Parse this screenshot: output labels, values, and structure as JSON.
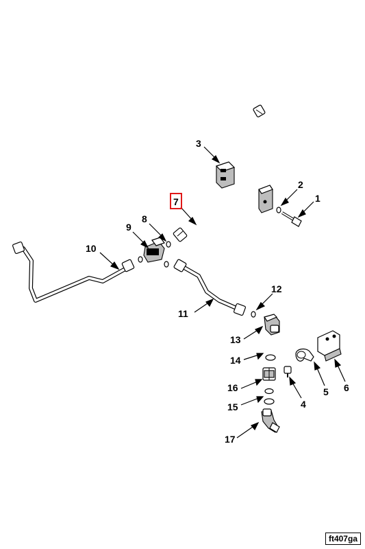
{
  "callouts": {
    "c1": "1",
    "c2": "2",
    "c3": "3",
    "c4": "4",
    "c5": "5",
    "c6": "6",
    "c7": "7",
    "c8": "8",
    "c9": "9",
    "c10": "10",
    "c11": "11",
    "c12": "12",
    "c13": "13",
    "c14": "14",
    "c15": "15",
    "c16": "16",
    "c17": "17"
  },
  "highlighted_callout": "7",
  "highlight_color": "#e01818",
  "drawing_code": "ft407ga"
}
